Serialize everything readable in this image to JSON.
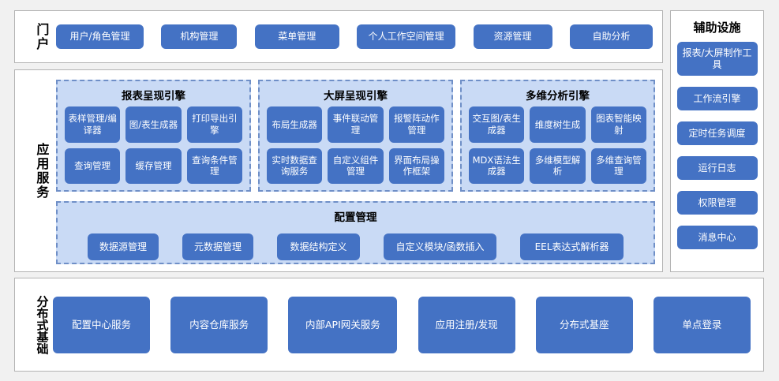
{
  "colors": {
    "node_blue": "#4472c4",
    "panel_blue": "#c9daf5",
    "panel_border": "#6f8fc7",
    "section_border": "#b3b3b3",
    "background": "#f1f1f1"
  },
  "portal": {
    "label": "门户",
    "items": [
      "用户/角色管理",
      "机构管理",
      "菜单管理",
      "个人工作空间管理",
      "资源管理",
      "自助分析"
    ]
  },
  "app_services": {
    "label": "应用服务",
    "engines": [
      {
        "title": "报表呈现引擎",
        "items": [
          "表样管理/编译器",
          "图/表生成器",
          "打印导出引擎",
          "查询管理",
          "缓存管理",
          "查询条件管理"
        ]
      },
      {
        "title": "大屏呈现引擎",
        "items": [
          "布局生成器",
          "事件联动管理",
          "报警阵动作管理",
          "实时数据查询服务",
          "自定义组件管理",
          "界面布局操作框架"
        ]
      },
      {
        "title": "多维分析引擎",
        "items": [
          "交互图/表生成器",
          "维度树生成",
          "图表智能映射",
          "MDX语法生成器",
          "多维模型解析",
          "多维查询管理"
        ]
      }
    ],
    "config": {
      "title": "配置管理",
      "items": [
        "数据源管理",
        "元数据管理",
        "数据结构定义",
        "自定义模块/函数插入",
        "EEL表达式解析器"
      ]
    }
  },
  "distributed": {
    "label": "分布式基础",
    "items": [
      "配置中心服务",
      "内容仓库服务",
      "内部API网关服务",
      "应用注册/发现",
      "分布式基座",
      "单点登录"
    ]
  },
  "auxiliary": {
    "label": "辅助设施",
    "items": [
      "报表/大屏制作工具",
      "工作流引擎",
      "定时任务调度",
      "运行日志",
      "权限管理",
      "消息中心"
    ]
  }
}
